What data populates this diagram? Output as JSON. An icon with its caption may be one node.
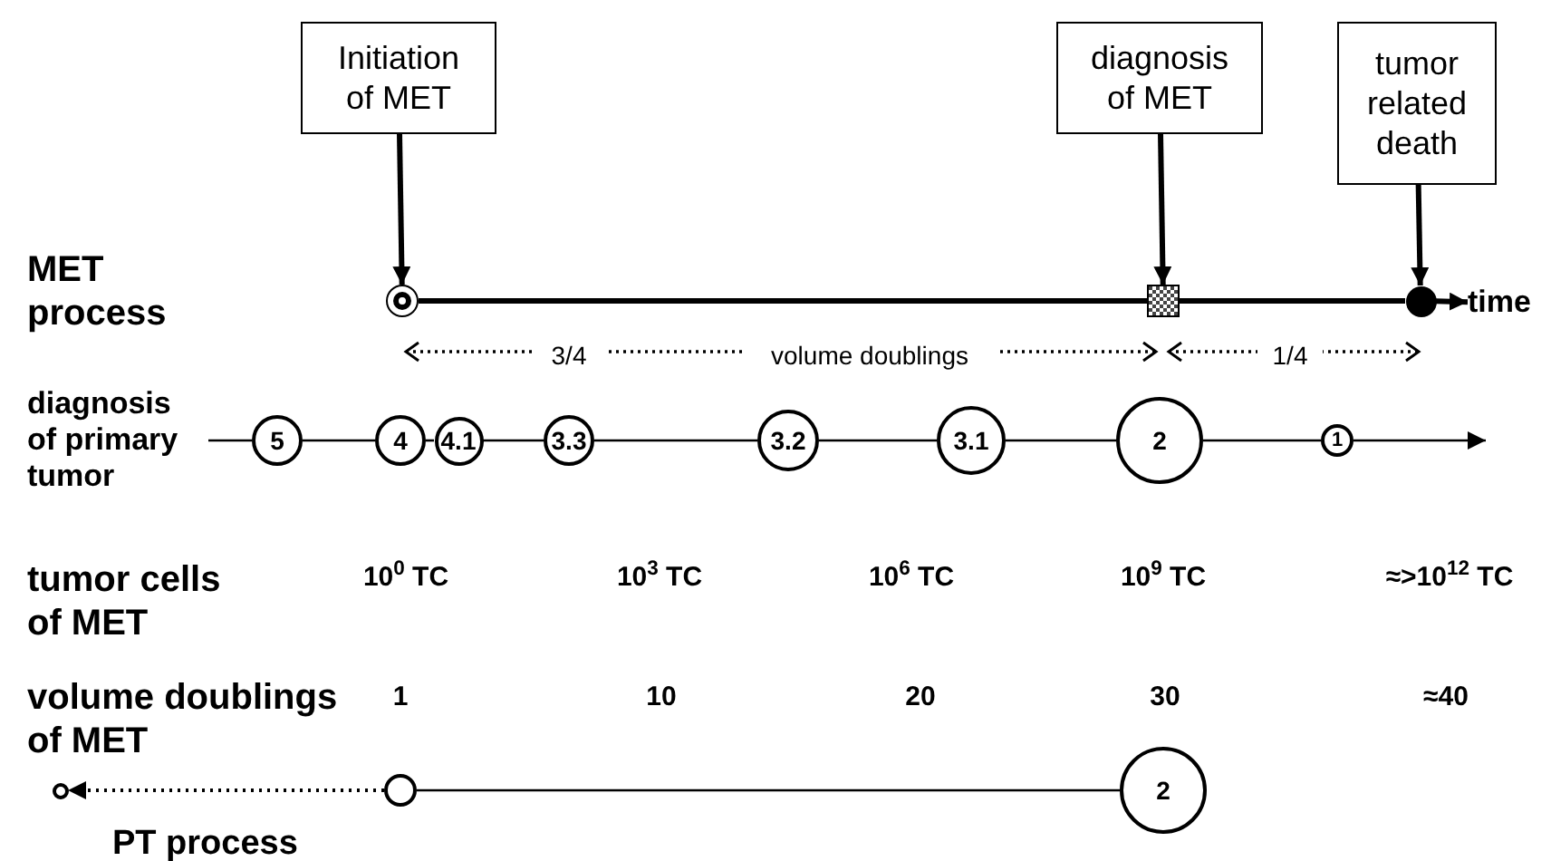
{
  "diagram": {
    "nodes": [
      {
        "text": [
          "Initiation of MET"
        ]
      },
      {
        "text": [
          "diagnosis of MET"
        ]
      },
      {
        "text": [
          "tumor related death"
        ]
      },
      {
        "text": [],
        "shape": "circle"
      },
      {
        "text": [],
        "shape": "box"
      },
      {
        "text": [],
        "shape": "circle"
      },
      {
        "text": [
          "time"
        ]
      },
      {
        "text": [
          "diagnosis of primary tumor"
        ]
      },
      {
        "text": [
          "5"
        ]
      },
      {
        "text": [
          "4"
        ]
      },
      {
        "text": [
          "4.1"
        ]
      },
      {
        "text": [
          "3.3"
        ]
      },
      {
        "text": [
          "3.2"
        ]
      },
      {
        "text": [
          "3.1"
        ]
      },
      {
        "text": [
          "2"
        ]
      },
      {
        "text": [
          "1"
        ]
      },
      {
        "text": [],
        "shape": "circle"
      },
      {
        "text": [],
        "shape": "circle"
      },
      {
        "text": [
          "2"
        ]
      }
    ],
    "edges": [
      {
        "from": 0,
        "to": 3,
        "arrow": "to",
        "style": "thick"
      },
      {
        "from": 1,
        "to": 4,
        "arrow": "to",
        "style": "thick"
      },
      {
        "from": 2,
        "to": 5,
        "arrow": "to",
        "style": "thick"
      },
      {
        "from": 3,
        "to": 4,
        "arrow": "none",
        "style": "thick"
      },
      {
        "from": 4,
        "to": 5,
        "arrow": "none",
        "style": "thick"
      },
      {
        "from": 5,
        "to": 6,
        "arrow": "to",
        "style": "thick"
      },
      {
        "from": 7,
        "to": 8,
        "arrow": "none"
      },
      {
        "from": 8,
        "to": 9,
        "arrow": "none"
      },
      {
        "from": 9,
        "to": 10,
        "arrow": "none"
      },
      {
        "from": 10,
        "to": 11,
        "arrow": "none"
      },
      {
        "from": 11,
        "to": 12,
        "arrow": "none"
      },
      {
        "from": 12,
        "to": 13,
        "arrow": "none"
      },
      {
        "from": 13,
        "to": 14,
        "arrow": "none"
      },
      {
        "from": 14,
        "to": 15,
        "arrow": "none"
      },
      {
        "from": 15,
        "to": null,
        "arrow": "to"
      },
      {
        "from": 17,
        "to": 16,
        "arrow": "to",
        "style": "dashed"
      },
      {
        "from": 17,
        "to": 18,
        "arrow": "none"
      }
    ],
    "labels": [
      "MET process",
      "3/4",
      "volume doublings",
      "1/4",
      "tumor cells of MET",
      "10$^{0}$ TC",
      "10$^{3}$ TC",
      "10$^{6}$ TC",
      "10$^{9}$ TC",
      "≈>10$^{12}$ TC",
      "volume doublings of MET",
      "1",
      "10",
      "20",
      "30",
      "≈40",
      "PT process"
    ]
  }
}
